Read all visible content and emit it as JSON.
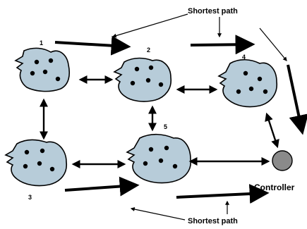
{
  "nodes": [
    {
      "id": "1",
      "label": "1"
    },
    {
      "id": "2",
      "label": "2"
    },
    {
      "id": "3",
      "label": "3"
    },
    {
      "id": "4",
      "label": "4"
    },
    {
      "id": "5",
      "label": "5"
    }
  ],
  "controller": {
    "label": "Controller",
    "color": "#8a8a8a"
  },
  "shortest_path_top": "Shortest path",
  "shortest_path_bottom": "Shortest path",
  "colors": {
    "cluster_fill": "#b7ccd9",
    "outline": "#000000",
    "controller_fill": "#8a8a8a"
  }
}
